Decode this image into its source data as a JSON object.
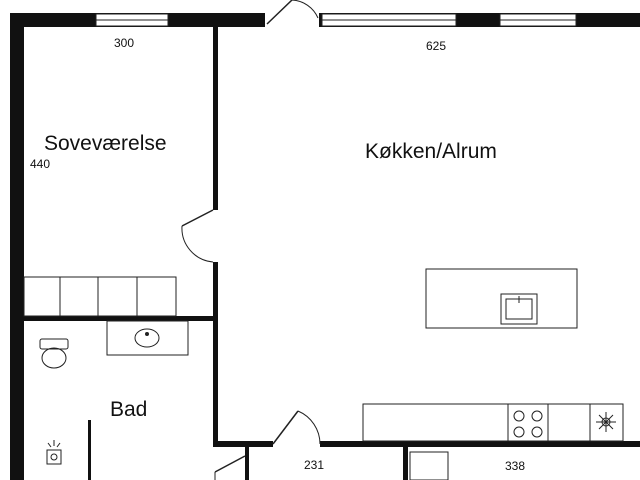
{
  "floorplan": {
    "rooms": [
      {
        "key": "bedroom",
        "label": "Soveværelse"
      },
      {
        "key": "kitchen",
        "label": "Køkken/Alrum"
      },
      {
        "key": "bath",
        "label": "Bad"
      }
    ],
    "dimensions": {
      "bedroom_width": "300",
      "bedroom_depth": "440",
      "kitchen_width": "625",
      "bottom_left": "231",
      "bottom_right": "338"
    },
    "colors": {
      "wall": "#111111",
      "line": "#222222",
      "window": "#ffffff"
    }
  }
}
